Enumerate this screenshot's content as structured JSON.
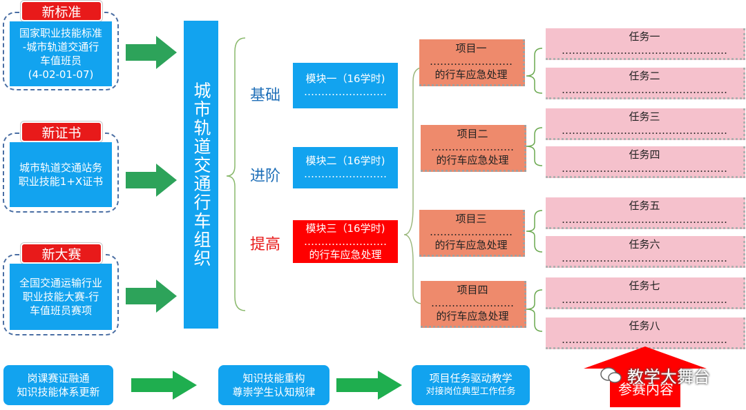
{
  "sources": [
    {
      "tag": "新标准",
      "lines": [
        "国家职业技能标准",
        "-城市轨道交通行",
        "车值班员",
        "(4-02-01-07)"
      ]
    },
    {
      "tag": "新证书",
      "lines": [
        "城市轨道交通站务",
        "职业技能1+X证书"
      ]
    },
    {
      "tag": "新大赛",
      "lines": [
        "全国交通运输行业",
        "职业技能大赛-行",
        "车值班员赛项"
      ]
    }
  ],
  "title": "城市轨道交通行车组织",
  "levels": [
    "基础",
    "进阶",
    "提高"
  ],
  "modules": [
    {
      "lines": [
        "模块一（16学时)",
        "……………………"
      ]
    },
    {
      "lines": [
        "模块二（16学时)",
        "……………………"
      ]
    },
    {
      "lines": [
        "模块三（16学时)",
        "……………………",
        "的行车应急处理"
      ]
    }
  ],
  "projects": [
    {
      "lines": [
        "项目一",
        "……………………",
        "的行车应急处理"
      ]
    },
    {
      "lines": [
        "项目二",
        "……………………",
        "的行车应急处理"
      ]
    },
    {
      "lines": [
        "项目三",
        "……………………",
        "的行车应急处理"
      ]
    },
    {
      "lines": [
        "项目四",
        "……………………",
        "的行车应急处理"
      ]
    }
  ],
  "tasks": [
    {
      "name": "任务一",
      "dots": "…………………………………………"
    },
    {
      "name": "任务二",
      "dots": "…………………………………………"
    },
    {
      "name": "任务三",
      "dots": "…………………………………………"
    },
    {
      "name": "任务四",
      "dots": "…………………………………………"
    },
    {
      "name": "任务五",
      "dots": "…………………………………………"
    },
    {
      "name": "任务六",
      "dots": "…………………………………………"
    },
    {
      "name": "任务七",
      "dots": "…………………………………………"
    },
    {
      "name": "任务八",
      "dots": "…………………………………………"
    }
  ],
  "bottom": [
    {
      "lines": [
        "岗课赛证融通",
        "知识技能体系更新"
      ]
    },
    {
      "lines": [
        "知识技能重构",
        "尊崇学生认知规律"
      ]
    },
    {
      "lines": [
        "项目任务驱动教学",
        "对接岗位典型工作任务"
      ]
    }
  ],
  "arrow_label": "参赛内容",
  "watermark": "教学大舞台",
  "colors": {
    "blue": "#12a3ef",
    "red": "#ff0000",
    "salmon": "#ee8a6c",
    "pink": "#f5c1cc",
    "green": "#2da35a"
  }
}
